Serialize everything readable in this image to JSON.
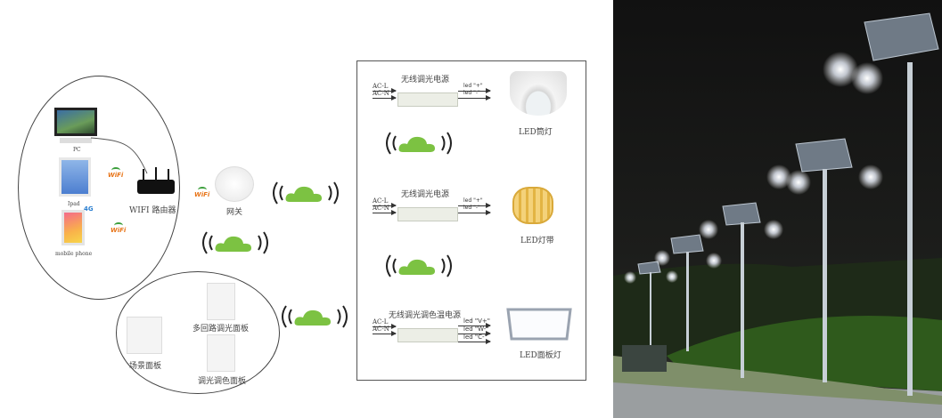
{
  "diagram": {
    "devices": {
      "pc": "PC",
      "ipad": "Ipad",
      "phone": "mobile phone",
      "router": "WIFI 路由器",
      "gateway": "网关",
      "badge_4g": "4G",
      "wifi_badge": "WiFi"
    },
    "panels": {
      "multi": "多回路调光面板",
      "scene": "场景面板",
      "color": "调光调色面板"
    },
    "drivers": [
      {
        "title": "无线调光电源",
        "inputs": [
          "AC-L",
          "AC-N"
        ],
        "outputs": [
          "led \"+\"",
          "led \"-\""
        ],
        "lamp": "LED筒灯"
      },
      {
        "title": "无线调光电源",
        "inputs": [
          "AC-L",
          "AC-N"
        ],
        "outputs": [
          "led \"+\"",
          "led \"-\""
        ],
        "lamp": "LED灯带"
      },
      {
        "title": "无线调光调色温电源",
        "inputs": [
          "AC-L",
          "AC-N"
        ],
        "outputs": [
          "led \"V+\"",
          "led \"W-\"",
          "led \"C-\""
        ],
        "lamp": "LED面板灯"
      }
    ],
    "colors": {
      "cloud": "#7cc242",
      "wifi": "#e8751a"
    }
  }
}
